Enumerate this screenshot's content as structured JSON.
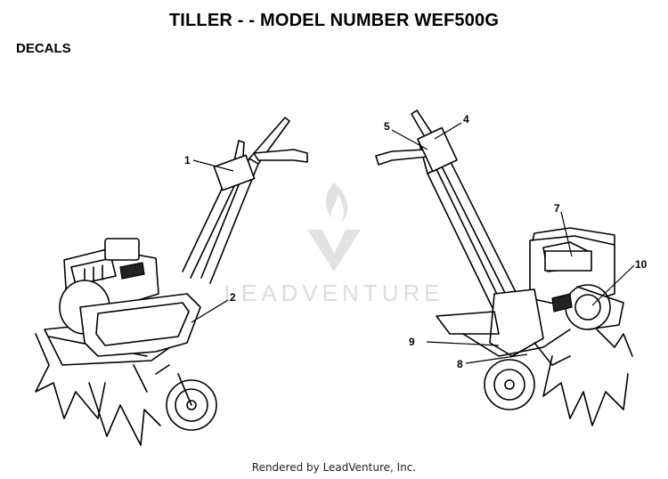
{
  "header": {
    "title": "TILLER - - MODEL NUMBER WEF500G",
    "section": "DECALS"
  },
  "callouts": [
    {
      "id": "1",
      "label": "1"
    },
    {
      "id": "2",
      "label": "2"
    },
    {
      "id": "4",
      "label": "4"
    },
    {
      "id": "5",
      "label": "5"
    },
    {
      "id": "7",
      "label": "7"
    },
    {
      "id": "8",
      "label": "8"
    },
    {
      "id": "9",
      "label": "9"
    },
    {
      "id": "10",
      "label": "10"
    }
  ],
  "watermark": {
    "text": "LEADVENTURE",
    "color": "#dcdcdc"
  },
  "footer": {
    "text": "Rendered by LeadVenture, Inc."
  }
}
